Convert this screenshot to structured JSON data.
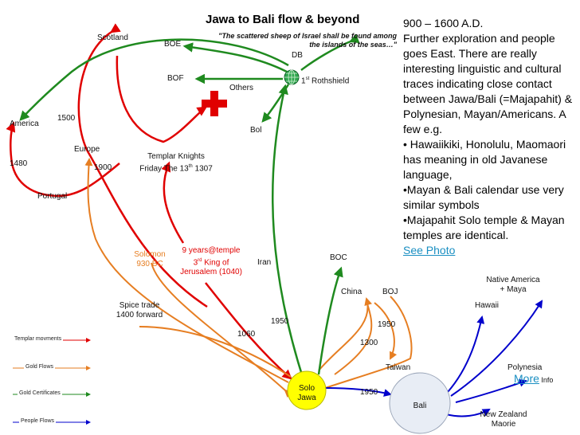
{
  "title": "Jawa to Bali flow & beyond",
  "quote": "\"The scattered sheep of Israel shall be found among the islands of the seas…\"",
  "side_text": {
    "period": "900 – 1600 A.D.",
    "paragraph": "Further exploration and people goes East. There are really interesting linguistic and cultural traces indicating close contact between Jawa/Bali (=Majapahit) & Polynesian, Mayan/Americans. A few e.g.",
    "bullet1": "• Hawaiikiki, Honolulu, Maomaori has meaning in old Javanese language,",
    "bullet2": "•Mayan & Bali calendar use very similar symbols",
    "bullet3": "•Majapahit Solo temple & Mayan temples are identical.",
    "see_photo": "See Photo"
  },
  "labels": {
    "scotland": "Scotland",
    "boe": "BOE",
    "db": "DB",
    "bof": "BOF",
    "first": "1",
    "first_sup": "st",
    "rothshield": " Rothshield",
    "others": "Others",
    "america": "America",
    "y1500": "1500",
    "bol": "Bol",
    "europe": "Europe",
    "templar_line1": "Templar Knights",
    "templar_friday": "Friday The 13",
    "templar_sup": "th",
    "templar_year": " 1307",
    "y1480": "1480",
    "y1900": "1900",
    "portugal": "Portugal",
    "solomon": "Solomon",
    "bc930": "930 BC",
    "temple_line1": "9 years@temple",
    "temple_3": "3",
    "temple_sup": "rd",
    "temple_king": " King of",
    "temple_line3": "Jerusalem (1040)",
    "iran": "Iran",
    "boc": "BOC",
    "native_america": "Native America",
    "maya": "+ Maya",
    "china": "China",
    "boj": "BOJ",
    "hawaii": "Hawaii",
    "spice1": "Spice trade",
    "spice2": "1400 forward",
    "y1950a": "1950",
    "y1950b": "1950",
    "y1060": "1060",
    "y1300": "1300",
    "taiwan": "Taiwan",
    "polynesia": "Polynesia",
    "more": "More",
    "info": " Info",
    "y1950c": "1950",
    "solo1": "Solo",
    "solo2": "Jawa",
    "bali": "Bali",
    "nz1": "New Zealand",
    "nz2": "Maorie"
  },
  "legend": [
    {
      "label": "Templar movments",
      "color": "#e00000"
    },
    {
      "label": "Gold Flows",
      "color": "#e67e22"
    },
    {
      "label": "Gold Certificates",
      "color": "#1f8a1f"
    },
    {
      "label": "People Flows",
      "color": "#0000cc"
    }
  ],
  "colors": {
    "templar": "#e00000",
    "gold": "#e67e22",
    "certificates": "#1f8a1f",
    "people": "#0000cc",
    "solo_fill": "#ffff00",
    "bali_fill": "#e8edf5"
  },
  "icons": [
    "red-cross-icon",
    "globe-icon"
  ]
}
